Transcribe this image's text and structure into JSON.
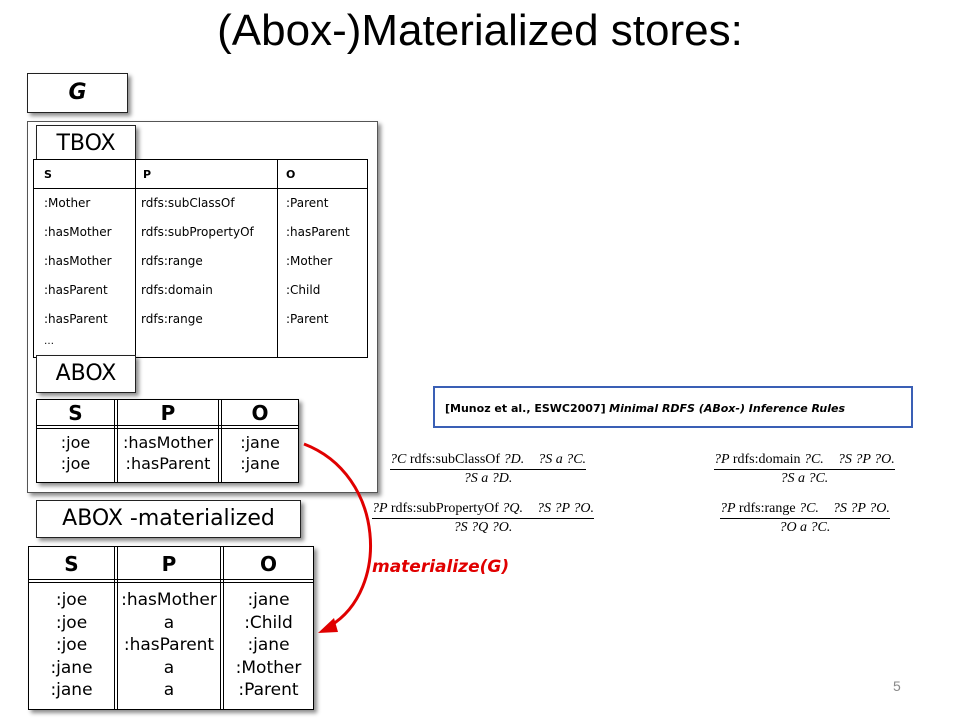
{
  "title": "(Abox-)Materialized stores:",
  "graph_label": "G",
  "tbox_label": "TBOX",
  "abox_label": "ABOX",
  "tbox_table": {
    "headers": [
      "S",
      "P",
      "O"
    ],
    "rows": [
      [
        ":Mother",
        "rdfs:subClassOf",
        ":Parent"
      ],
      [
        ":hasMother",
        "rdfs:subPropertyOf",
        ":hasParent"
      ],
      [
        ":hasMother",
        "rdfs:range",
        ":Mother"
      ],
      [
        ":hasParent",
        "rdfs:domain",
        ":Child"
      ],
      [
        ":hasParent",
        "rdfs:range",
        ":Parent"
      ]
    ],
    "ellipsis": "…"
  },
  "abox_table": {
    "headers": [
      "S",
      "P",
      "O"
    ],
    "s": [
      ":joe",
      ":joe"
    ],
    "p": [
      ":hasMother",
      ":hasParent"
    ],
    "o": [
      ":jane",
      ":jane"
    ]
  },
  "abox_materialized_label": "ABOX -materialized",
  "materialized_table": {
    "headers": [
      "S",
      "P",
      "O"
    ],
    "s": [
      ":joe",
      ":joe",
      ":joe",
      ":jane",
      ":jane"
    ],
    "p": [
      ":hasMother",
      "a",
      ":hasParent",
      "a",
      "a"
    ],
    "o": [
      ":jane",
      ":Child",
      ":jane",
      ":Mother",
      ":Parent"
    ]
  },
  "reference": {
    "citation": "[Munoz et al., ESWC2007]",
    "title": "Minimal RDFS (ABox-) Inference Rules"
  },
  "rules": [
    {
      "premise_a": "?C",
      "premise_kw": "rdfs:subClassOf",
      "premise_b": "?D.",
      "premise_c": "?S a ?C.",
      "conclusion": "?S a ?D."
    },
    {
      "premise_a": "?P",
      "premise_kw": "rdfs:domain",
      "premise_b": "?C.",
      "premise_c": "?S ?P ?O.",
      "conclusion": "?S a ?C."
    },
    {
      "premise_a": "?P",
      "premise_kw": "rdfs:subPropertyOf",
      "premise_b": "?Q.",
      "premise_c": "?S ?P ?O.",
      "conclusion": "?S ?Q ?O."
    },
    {
      "premise_a": "?P",
      "premise_kw": "rdfs:range",
      "premise_b": "?C.",
      "premise_c": "?S ?P ?O.",
      "conclusion": "?O a ?C."
    }
  ],
  "arrow_label": "materialize(G)",
  "arrow_color": "#e00000",
  "page_number": "5"
}
